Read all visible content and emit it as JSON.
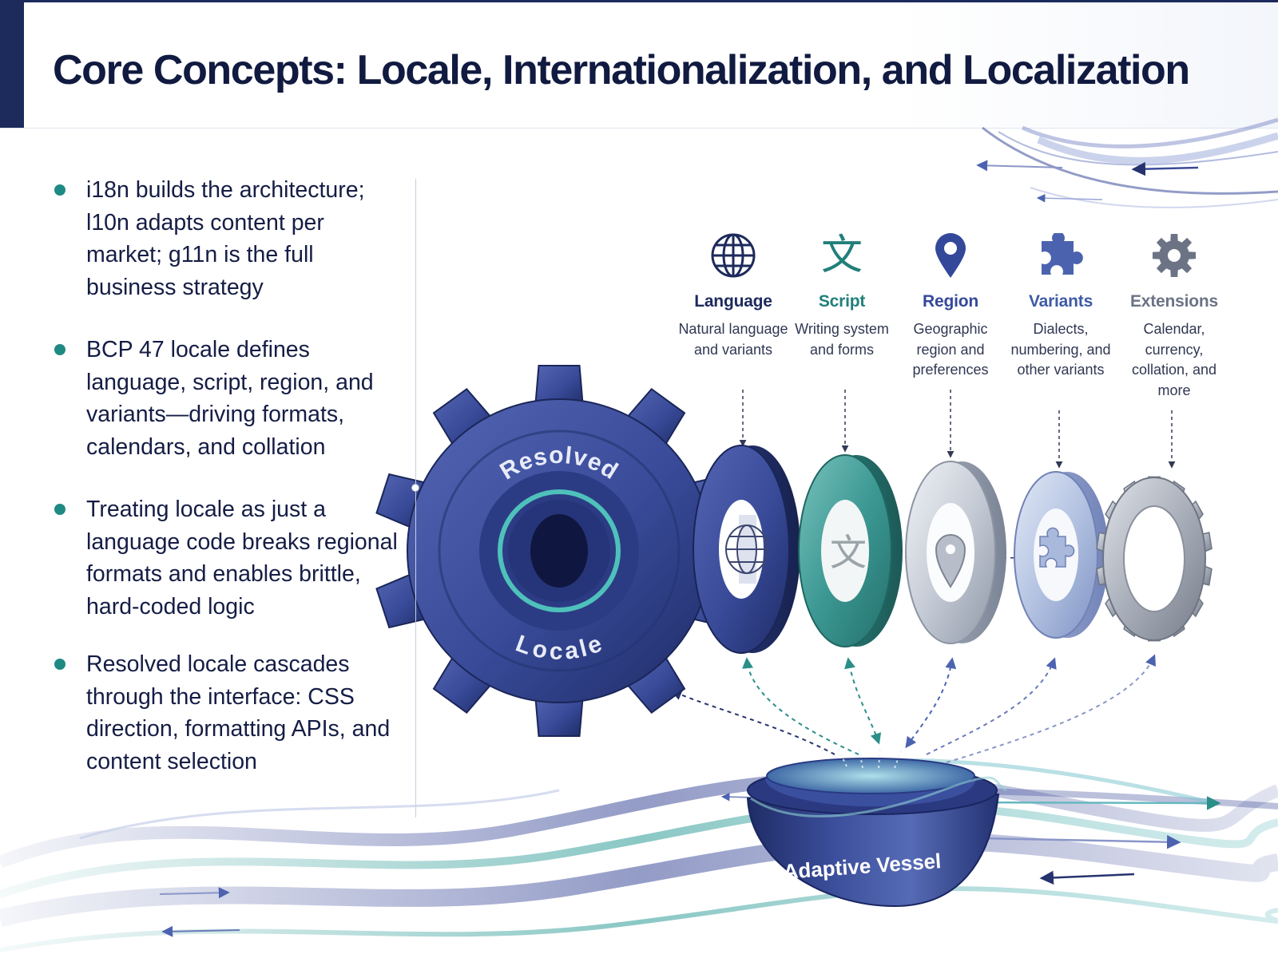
{
  "title": "Core Concepts: Locale, Internationalization, and Localization",
  "bullets": [
    "i18n builds the architecture; l10n adapts content per market; g11n is the full business strategy",
    "BCP 47 locale defines language, script, region, and variants—driving formats, calendars, and collation",
    "Treating locale as just a language code breaks regional formats and enables brittle, hard-coded logic",
    "Resolved locale cascades through the interface: CSS direction, formatting APIs, and content selection"
  ],
  "components": [
    {
      "name": "Language",
      "description": "Natural language and variants",
      "icon": "globe-icon",
      "color": "#1c2a5c"
    },
    {
      "name": "Script",
      "description": "Writing system and forms",
      "icon": "script-character-icon",
      "glyph": "文",
      "color": "#217f7a"
    },
    {
      "name": "Region",
      "description": "Geographic region and preferences",
      "icon": "map-pin-icon",
      "color": "#34489a"
    },
    {
      "name": "Variants",
      "description": "Dialects, numbering, and other variants",
      "icon": "puzzle-piece-icon",
      "color": "#3f5aa5"
    },
    {
      "name": "Extensions",
      "description": "Calendar, currency, collation, and more",
      "icon": "gear-icon",
      "color": "#6b7385"
    }
  ],
  "main_gear": {
    "label_top": "Resolved",
    "label_bottom": "Locale"
  },
  "vessel": {
    "label": "Adaptive Vessel"
  },
  "colors": {
    "navy": "#1c2a5c",
    "teal": "#1f8a84",
    "indigo": "#3b4a99",
    "silver": "#b8bfcc"
  }
}
